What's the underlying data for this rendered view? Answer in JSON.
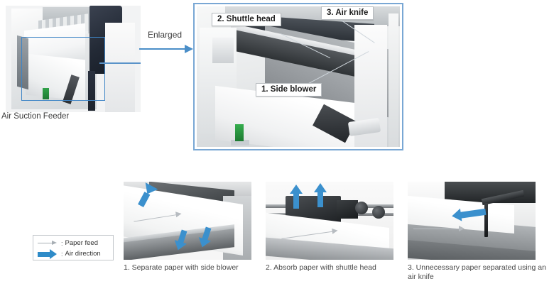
{
  "figure_top_left": {
    "caption": "Air Suction Feeder",
    "highlight_color": "#3f85c6"
  },
  "enlarge": {
    "label": "Enlarged",
    "arrow_color": "#4a8ec8",
    "arrow_name": "enlarged-arrow"
  },
  "enlarged_figure": {
    "border_color": "#79a7d4",
    "callouts": [
      {
        "id": "shuttle-head",
        "text": "2. Shuttle head"
      },
      {
        "id": "air-knife",
        "text": "3. Air knife"
      },
      {
        "id": "side-blower",
        "text": "1. Side blower"
      }
    ]
  },
  "legend": {
    "rows": [
      {
        "icon": "thin-arrow-icon",
        "separator": ":",
        "label": "Paper feed",
        "color": "#a7aeb4"
      },
      {
        "icon": "thick-arrow-icon",
        "separator": ":",
        "label": "Air direction",
        "color": "#2e8bc8"
      }
    ]
  },
  "steps": [
    {
      "number": "1",
      "caption": "1. Separate paper with side blower",
      "air_arrows": 3,
      "feed_arrows": 1
    },
    {
      "number": "2",
      "caption": "2. Absorb paper with shuttle head",
      "air_arrows": 2,
      "feed_arrows": 1
    },
    {
      "number": "3",
      "caption": "3. Unnecessary paper separated using an air knife",
      "air_arrows": 1,
      "feed_arrows": 1
    }
  ],
  "colors": {
    "air_blue": "#3b90cd",
    "feed_gray": "#b7bcc1",
    "frame_blue": "#79a7d4",
    "text": "#3b3b3b"
  }
}
